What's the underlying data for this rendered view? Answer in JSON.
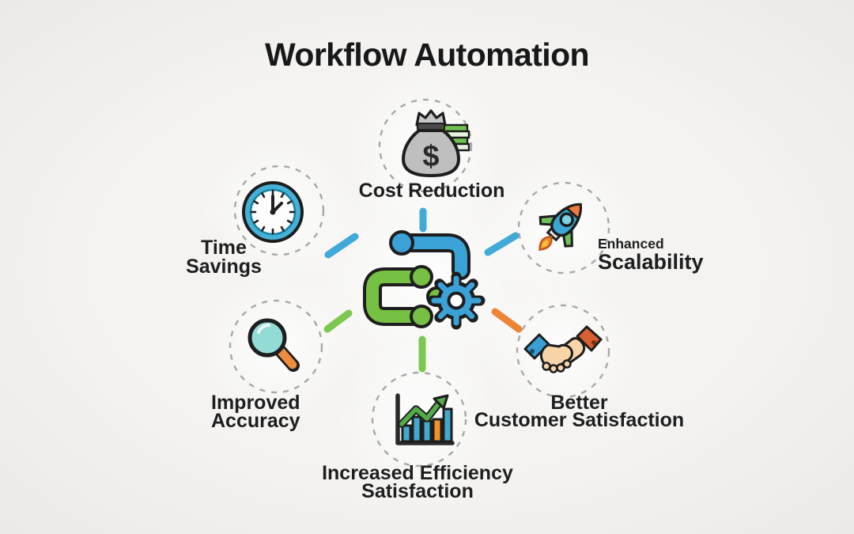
{
  "title": "Workflow Automation",
  "center_icon": "workflow-pipes-and-gear",
  "nodes": {
    "cost_reduction": {
      "label": "Cost Reduction",
      "icon": "money-bag",
      "currency": "$"
    },
    "time_savings": {
      "line1": "Time",
      "line2": "Savings",
      "icon": "clock"
    },
    "enhanced_scalability": {
      "line1": "Enhanced",
      "line2": "Scalability",
      "icon": "rocket"
    },
    "improved_accuracy": {
      "line1": "Improved",
      "line2": "Accuracy",
      "icon": "magnifying-glass"
    },
    "increased_efficiency": {
      "line1": "Increased Efficiency",
      "line2": "Satisfaction",
      "icon": "growth-bar-chart"
    },
    "customer_satisfaction": {
      "line1": "Better",
      "line2": "Customer Satisfaction",
      "icon": "handshake"
    }
  },
  "colors": {
    "background": "#f2f1ee",
    "title_text": "#181818",
    "label_text": "#1e1e1e",
    "connector_blue": "#41aad9",
    "connector_green": "#7cc74f",
    "connector_orange": "#ee8435",
    "gear_blue": "#3ba2d8",
    "pipe_green": "#76c043",
    "dashed_circle": "#a8a8a8"
  }
}
